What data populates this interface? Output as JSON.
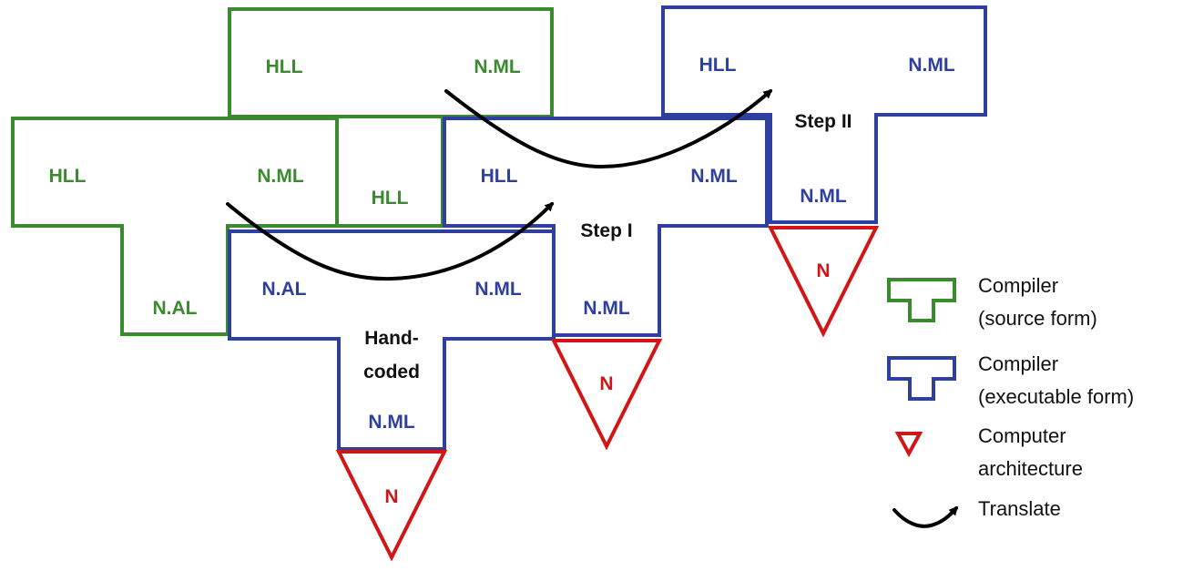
{
  "colors": {
    "source_compiler": "#3a8a2e",
    "executable_compiler": "#2e3f9e",
    "computer": "#d01616",
    "arrow": "#000000"
  },
  "diagram": {
    "source_top": {
      "left": "HLL",
      "right": "N.ML"
    },
    "source_left": {
      "left": "HLL",
      "right": "N.ML",
      "bottom": "N.AL"
    },
    "source_mid_hll": "HLL",
    "handcoded": {
      "left": "N.AL",
      "right": "N.ML",
      "bottom": "N.ML",
      "caption_line1": "Hand-",
      "caption_line2": "coded"
    },
    "handcoded_machine": "N",
    "step1": {
      "left": "HLL",
      "right": "N.ML",
      "bottom": "N.ML",
      "caption": "Step I"
    },
    "step1_machine": "N",
    "step2": {
      "left": "HLL",
      "right": "N.ML",
      "bottom": "N.ML",
      "caption": "Step II"
    },
    "step2_machine": "N"
  },
  "legend": {
    "compiler_source_line1": "Compiler",
    "compiler_source_line2": "(source form)",
    "compiler_exec_line1": "Compiler",
    "compiler_exec_line2": "(executable form)",
    "computer_line1": "Computer",
    "computer_line2": "architecture",
    "translate": "Translate"
  }
}
